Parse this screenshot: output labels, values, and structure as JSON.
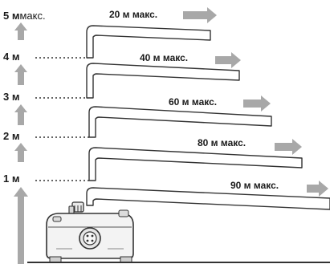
{
  "height_labels": {
    "h5": {
      "value": "5 м",
      "suffix": "макс."
    },
    "h4": "4 м",
    "h3": "3 м",
    "h2": "2 м",
    "h1": "1 м"
  },
  "distance_labels": [
    "20 м макс.",
    "40 м макс.",
    "60 м макс.",
    "80 м макс.",
    "90 м макс."
  ],
  "colors": {
    "arrow": "#a8a8a8",
    "line": "#333333",
    "text": "#1a1a1a"
  },
  "icons": {
    "vertical_arrow": "up-arrow-icon",
    "horizontal_arrow": "right-arrow-icon",
    "pump": "pump-unit-icon"
  }
}
